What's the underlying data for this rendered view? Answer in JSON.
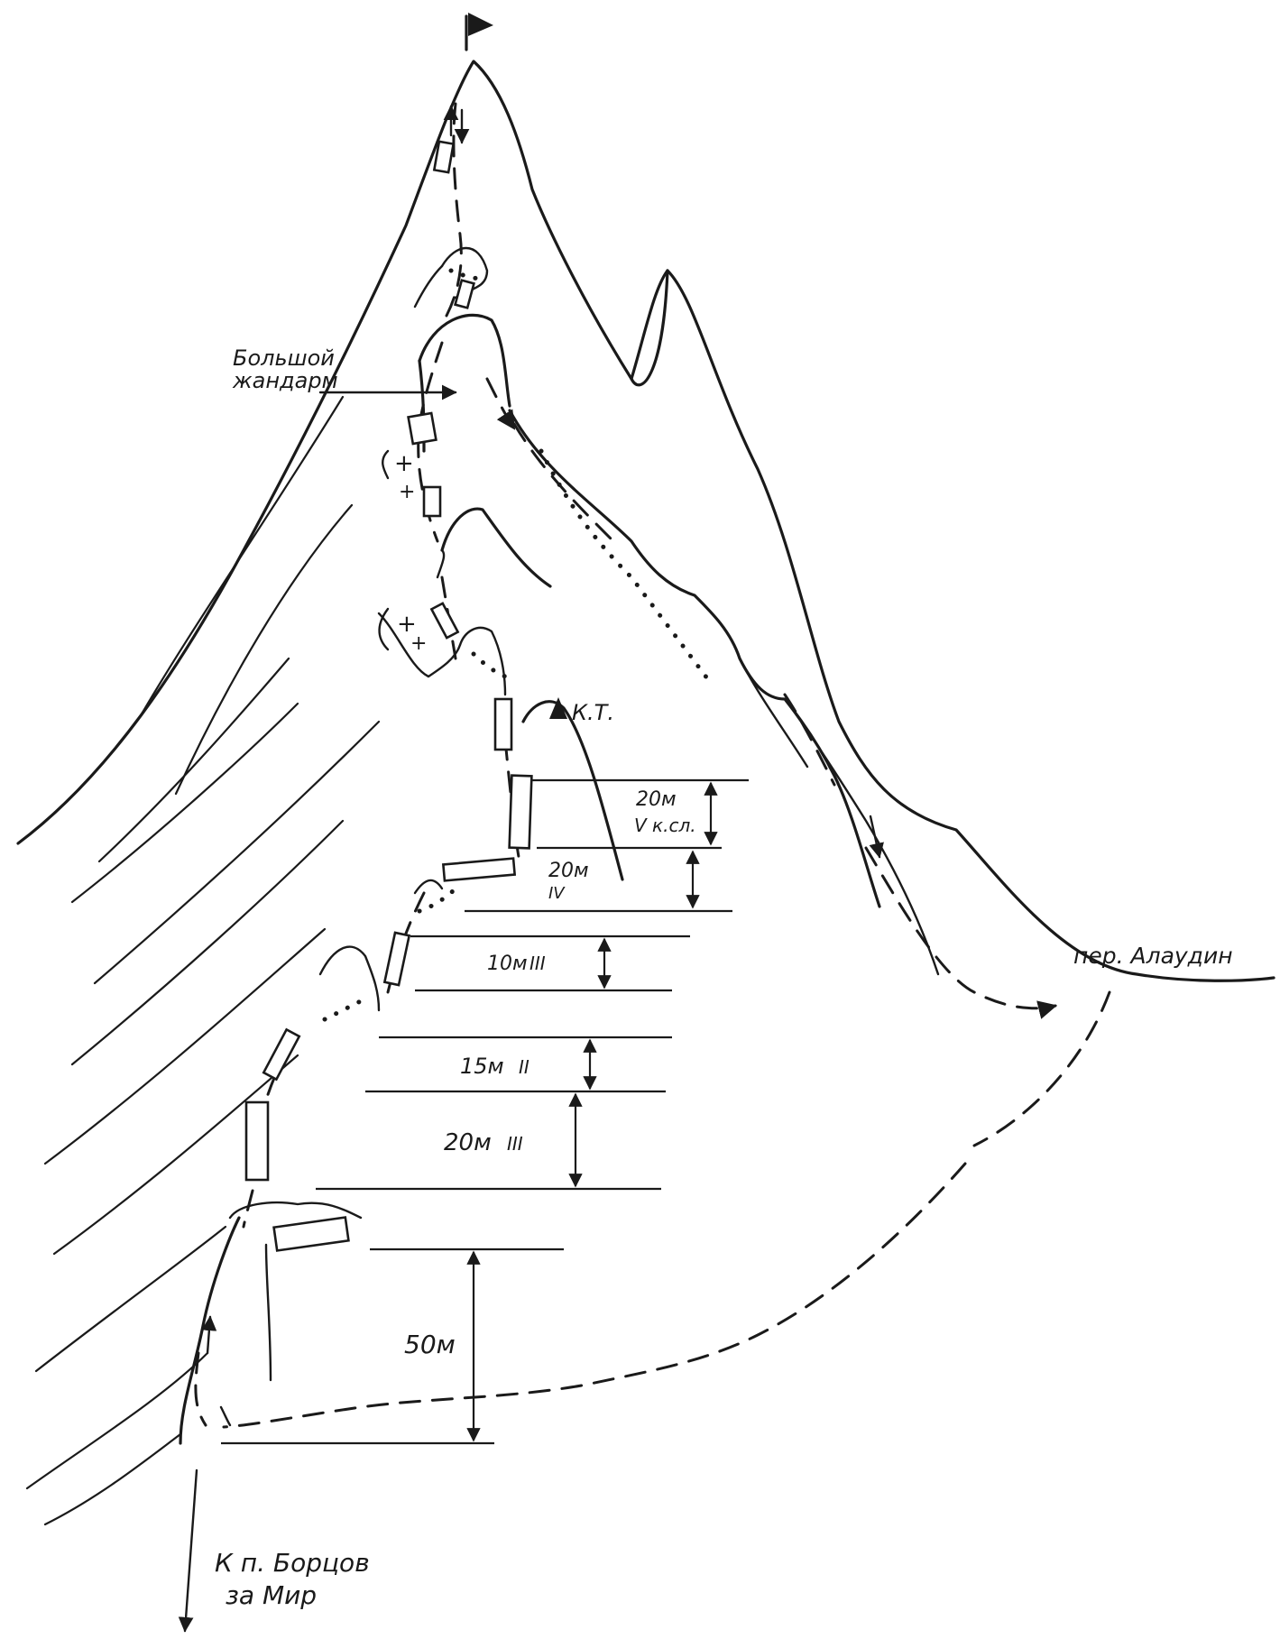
{
  "labels": {
    "gendarme_line1": "Большой",
    "gendarme_line2": "жандарм",
    "control_point": "К.Т.",
    "pass": "пер. Алаудин",
    "descent_line1": "К п. Борцов",
    "descent_line2": "за Мир"
  },
  "pitches": [
    {
      "length": "20м",
      "grade": "V к.сл."
    },
    {
      "length": "20м",
      "grade": "IV"
    },
    {
      "length": "10м",
      "grade": "III"
    },
    {
      "length": "15м",
      "grade": "II"
    },
    {
      "length": "20м",
      "grade": "III"
    },
    {
      "length": "50м",
      "grade": ""
    }
  ]
}
